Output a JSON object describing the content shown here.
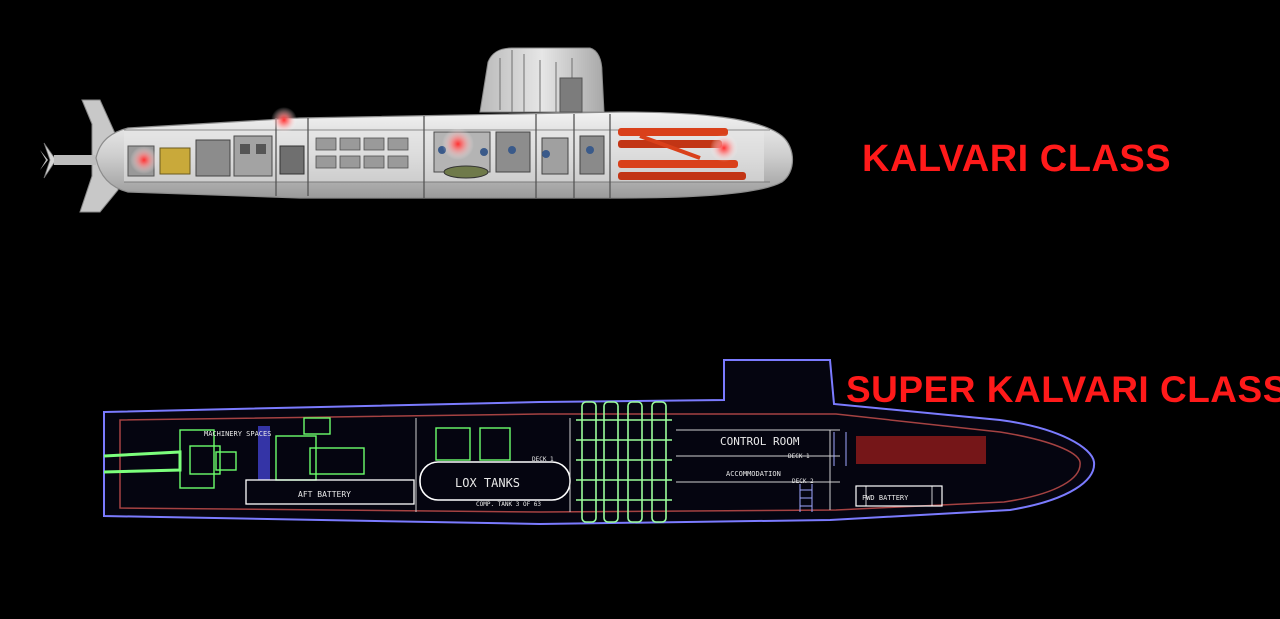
{
  "titles": {
    "top": "KALVARI CLASS",
    "bottom": "SUPER KALVARI CLASS"
  },
  "bottom_labels": {
    "machinery": "MACHINERY SPACES",
    "aft_battery": "AFT BATTERY",
    "lox_tanks": "LOX TANKS",
    "comp_tank": "COMP. TANK 3 OF 63",
    "deck1_left": "DECK 1",
    "control_room": "CONTROL ROOM",
    "deck1_right": "DECK 1",
    "accommodation": "ACCOMMODATION",
    "deck2": "DECK 2",
    "fwd_battery": "FWD BATTERY"
  },
  "colors": {
    "title": "#ff1a1a",
    "hull_top": "#d8d8d8",
    "hull_bottom_outline": "#7b7bff",
    "green_lines": "#6cff6c"
  }
}
